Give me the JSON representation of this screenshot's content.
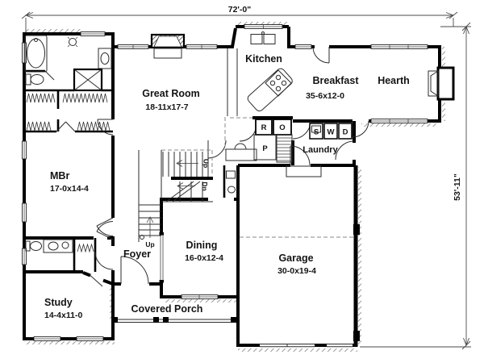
{
  "plan": {
    "dim_width": "72'-0\"",
    "dim_height": "53'-11\"",
    "rooms": {
      "great_room": {
        "name": "Great Room",
        "size": "18-11x17-7"
      },
      "kitchen": {
        "name": "Kitchen"
      },
      "breakfast": {
        "name": "Breakfast",
        "size": "35-6x12-0"
      },
      "hearth": {
        "name": "Hearth"
      },
      "mbr": {
        "name": "MBr",
        "size": "17-0x14-4"
      },
      "laundry": {
        "name": "Laundry"
      },
      "dining": {
        "name": "Dining",
        "size": "16-0x12-4"
      },
      "foyer": {
        "name": "Foyer"
      },
      "study": {
        "name": "Study",
        "size": "14-4x11-0"
      },
      "garage": {
        "name": "Garage",
        "size": "30-0x19-4"
      },
      "covered_porch": {
        "name": "Covered Porch"
      }
    },
    "appliances": {
      "r": "R",
      "o": "O",
      "p": "P",
      "s": "S",
      "w": "W",
      "d": "D"
    },
    "stairs": {
      "up_main": "Up",
      "down": "Dn",
      "up_foyer": "Up"
    },
    "colors": {
      "wall": "#000000",
      "background": "#ffffff",
      "hatch": "#9a9a9a",
      "text": "#141414"
    }
  }
}
